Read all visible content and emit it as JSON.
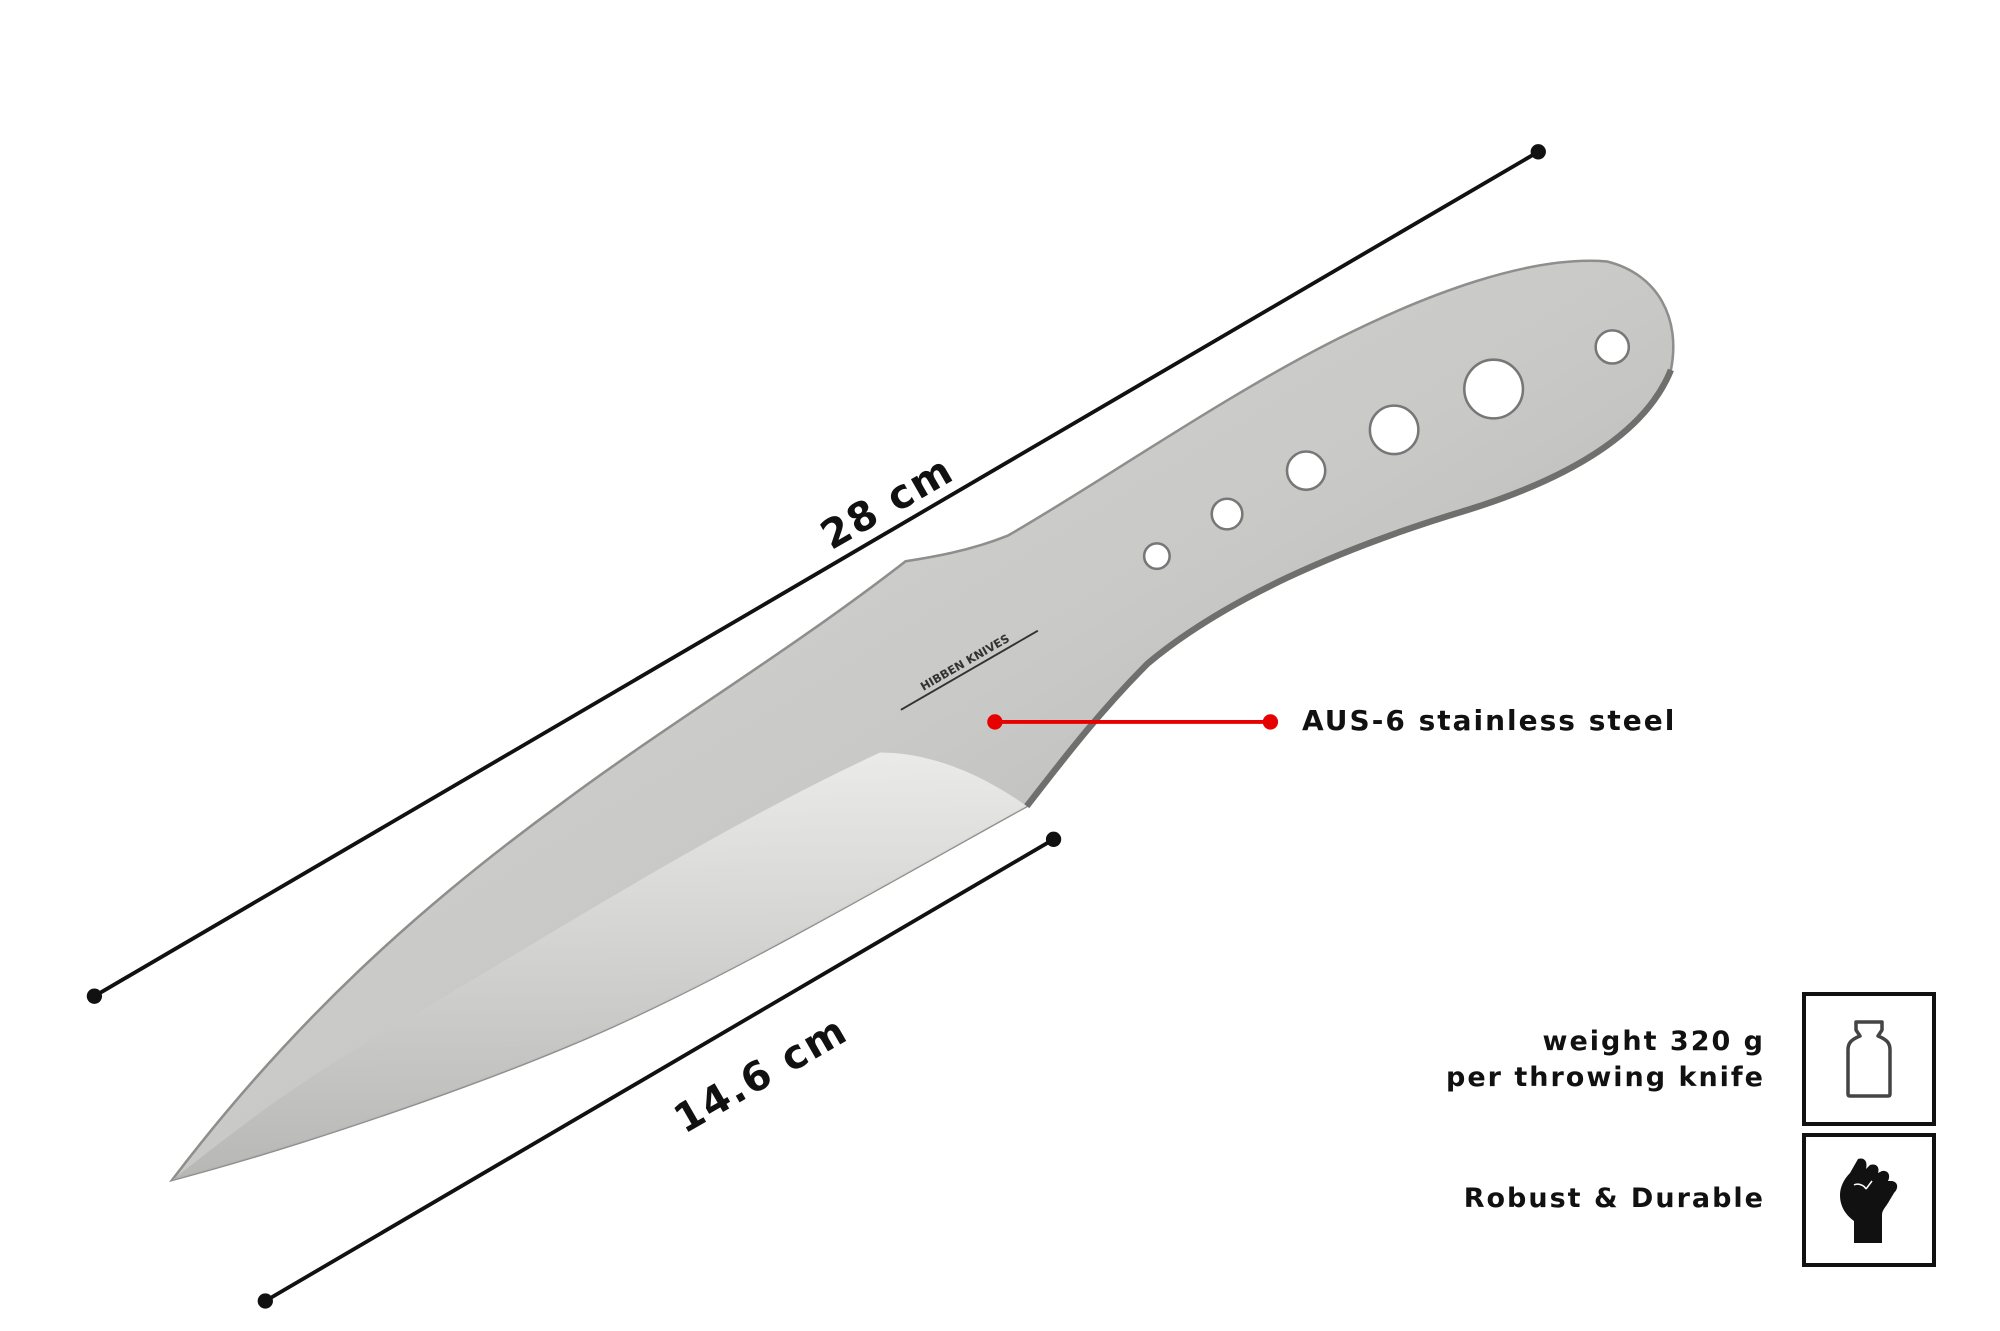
{
  "dimensions": {
    "overall_length": "28 cm",
    "blade_length": "14.6 cm"
  },
  "material": {
    "label": "AUS-6 stainless steel",
    "pointer_color": "#e60000"
  },
  "specs": [
    {
      "lines": [
        "weight 320 g",
        "per throwing knife"
      ],
      "icon": "weight-icon"
    },
    {
      "lines": [
        "Robust & Durable"
      ],
      "icon": "fist-icon"
    }
  ],
  "blade_marking": "HIBBEN KNIVES"
}
